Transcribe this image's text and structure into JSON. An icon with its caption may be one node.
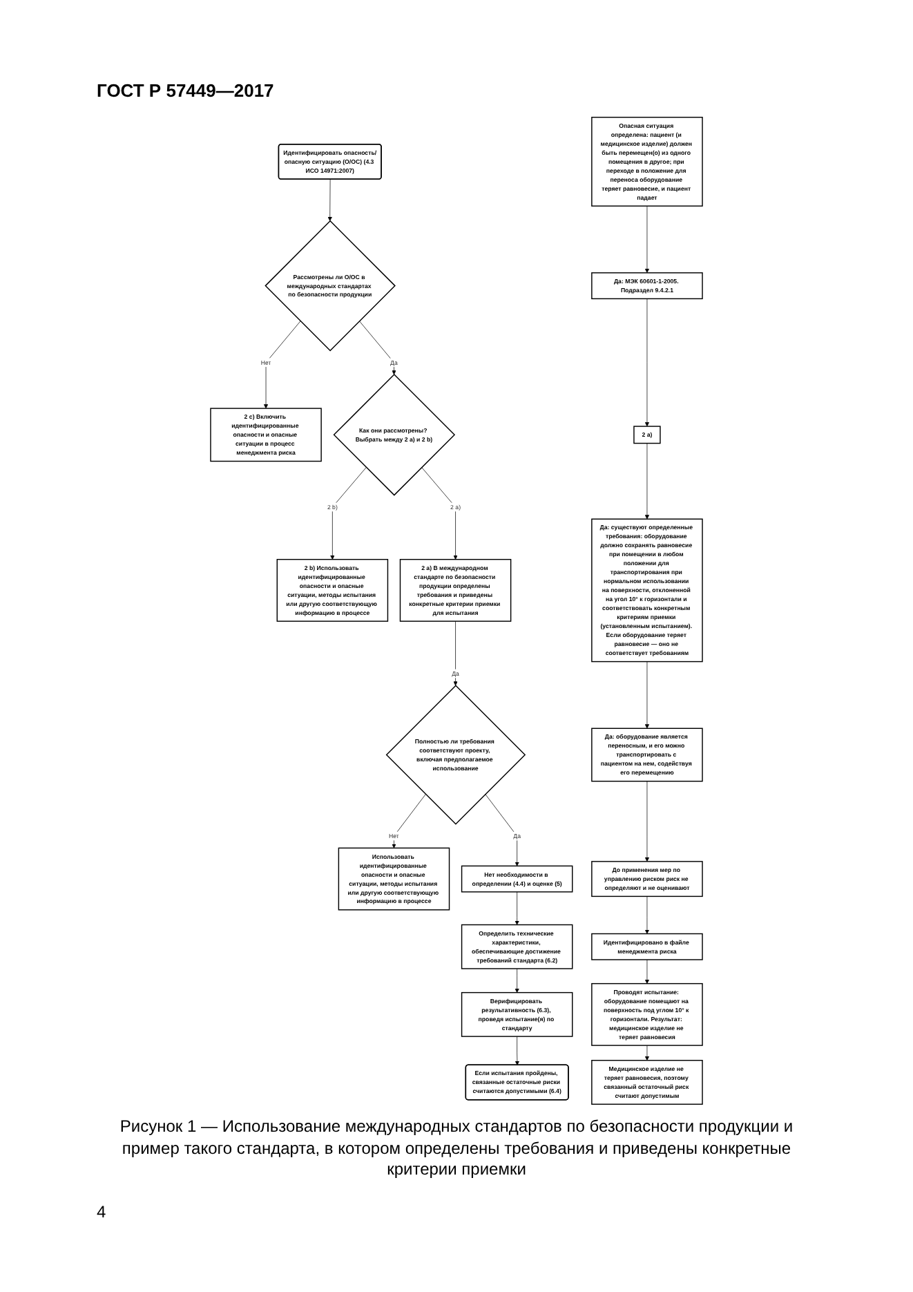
{
  "diagram": {
    "title": "ГОСТ Р 57449—2017",
    "caption": "Рисунок 1 — Использование международных стандартов по безопасности продукции и пример такого стандарта, в котором определены требования и приведены конкретные критерии приемки",
    "nodes": [
      {
        "text": [
          "Идентифицировать опасность/опасную ситуацию (О/ОС) (4.3 ИСО 14971:2007)"
        ]
      },
      {
        "text": [
          "Рассмотрены ли О/ОС в международных стандартах по безопасности продукции"
        ]
      },
      {
        "text": [
          "2 c) Включить идентифицированные опасности и опасные ситуации в процесс менеджмента риска"
        ]
      },
      {
        "text": [
          "Как они рассмотрены? Выбрать между 2 a) и 2 b)"
        ]
      },
      {
        "text": [
          "2 b) Использовать идентифицированные опасности и опасные ситуации, методы испытания или другую соответствующую информацию в процессе"
        ]
      },
      {
        "text": [
          "2 a) В международном стандарте по безопасности продукции определены требования и приведены конкретные критерии приемки для испытания"
        ]
      },
      {
        "text": [
          "Полностью ли требования соответствуют проекту, включая предполагаемое использование"
        ]
      },
      {
        "text": [
          "Использовать идентифицированные опасности и опасные ситуации, методы испытания или другую соответствующую информацию в процессе"
        ]
      },
      {
        "text": [
          "Нет необходимости в определении (4.4) и оценке (5)"
        ]
      },
      {
        "text": [
          "Определить технические характеристики, обеспечивающие достижение требований стандарта (6.2)"
        ]
      },
      {
        "text": [
          "Верифицировать результативность (6.3), проведя испытание(я) по стандарту"
        ]
      },
      {
        "text": [
          "Если испытания пройдены, связанные остаточные риски считаются допустимыми (6.4)"
        ]
      },
      {
        "text": [
          "Опасная ситуация определена: пациент (и медицинское изделие) должен быть перемещен(о) из одного помещения в другое; при переходе в положение для переноса оборудование теряет равновесие, и пациент падает"
        ]
      },
      {
        "text": [
          "Да: МЭК 60601-1-2005. Подраздел 9.4.2.1"
        ]
      },
      {
        "text": [
          "2 a)"
        ]
      },
      {
        "text": [
          "Да: существуют определенные требования: оборудование должно сохранять равновесие при помещении в любом положении для транспортирования при нормальном использовании на поверхности, отклоненной на угол 10° к горизонтали и соответствовать конкретным критериям приемки (установленным испытанием). Если оборудование теряет равновесие — оно не соответствует требованиям"
        ]
      },
      {
        "text": [
          "Да: оборудование является переносным, и его можно транспортировать с пациентом на нем, содействуя его перемещению"
        ]
      },
      {
        "text": [
          "До применения мер по управлению риском риск не определяют и не оценивают"
        ]
      },
      {
        "text": [
          "Идентифицировано в файле менеджмента риска"
        ]
      },
      {
        "text": [
          "Проводят испытание: оборудование помещают на поверхность под углом 10° к горизонтали. Результат: медицинское изделие не теряет равновесия"
        ]
      },
      {
        "text": [
          "Медицинское изделие не теряет равновесия, поэтому связанный остаточный риск считают допустимым"
        ]
      }
    ],
    "edges": [
      {
        "from": 0,
        "to": 1,
        "arrow": "to"
      },
      {
        "from": 1,
        "to": 2,
        "arrow": "to",
        "label": "Нет"
      },
      {
        "from": 1,
        "to": 3,
        "arrow": "to",
        "label": "Да"
      },
      {
        "from": 3,
        "to": 4,
        "arrow": "to",
        "label": "2 b)"
      },
      {
        "from": 3,
        "to": 5,
        "arrow": "to",
        "label": "2 a)"
      },
      {
        "from": 5,
        "to": 6,
        "arrow": "to",
        "label": "Да"
      },
      {
        "from": 6,
        "to": 7,
        "arrow": "to",
        "label": "Нет"
      },
      {
        "from": 6,
        "to": 8,
        "arrow": "to",
        "label": "Да"
      },
      {
        "from": 8,
        "to": 9,
        "arrow": "to"
      },
      {
        "from": 9,
        "to": 10,
        "arrow": "to"
      },
      {
        "from": 10,
        "to": 11,
        "arrow": "to"
      },
      {
        "from": 12,
        "to": 13,
        "arrow": "to"
      },
      {
        "from": 13,
        "to": 14,
        "arrow": "to"
      },
      {
        "from": 14,
        "to": 15,
        "arrow": "to"
      },
      {
        "from": 15,
        "to": 16,
        "arrow": "to"
      },
      {
        "from": 16,
        "to": 17,
        "arrow": "to"
      },
      {
        "from": 17,
        "to": 18,
        "arrow": "to"
      },
      {
        "from": 18,
        "to": 19,
        "arrow": "to"
      },
      {
        "from": 19,
        "to": 20,
        "arrow": "to"
      }
    ],
    "labels": [
      "4"
    ]
  }
}
